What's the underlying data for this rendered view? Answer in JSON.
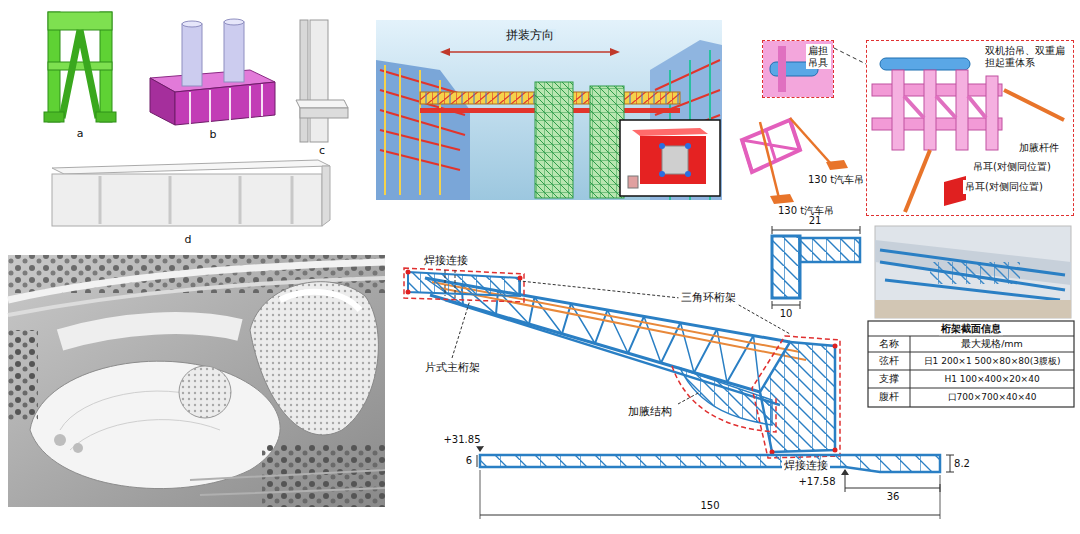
{
  "diagram": {
    "nodes": [
      {
        "text": [
          "扁担吊具"
        ]
      },
      {
        "text": [
          "双机抬吊、双重扁担起重体系",
          "加腋杆件",
          "吊耳(对侧同位置)",
          "吊耳(对侧同位置)"
        ]
      }
    ],
    "edges": [
      {
        "from": 0,
        "to": 1,
        "arrow": "none"
      }
    ],
    "labels": [
      "a",
      "b",
      "c",
      "d",
      "拼装方向",
      "130 t汽车吊",
      "130 t汽车吊",
      "焊接连接",
      "片式主桁架",
      "三角环桁架",
      "焊接连接",
      "加腋结构",
      "21",
      "10",
      "桁架截面信息",
      "名称",
      "最大规格/mm",
      "弦杆",
      "日1 200×1 500×80×80(3腹板)",
      "支撑",
      "H1 100×400×20×40",
      "腹杆",
      "口700×700×40×40",
      "+31.85",
      "6",
      "+17.58",
      "8.2",
      "36",
      "150"
    ]
  }
}
